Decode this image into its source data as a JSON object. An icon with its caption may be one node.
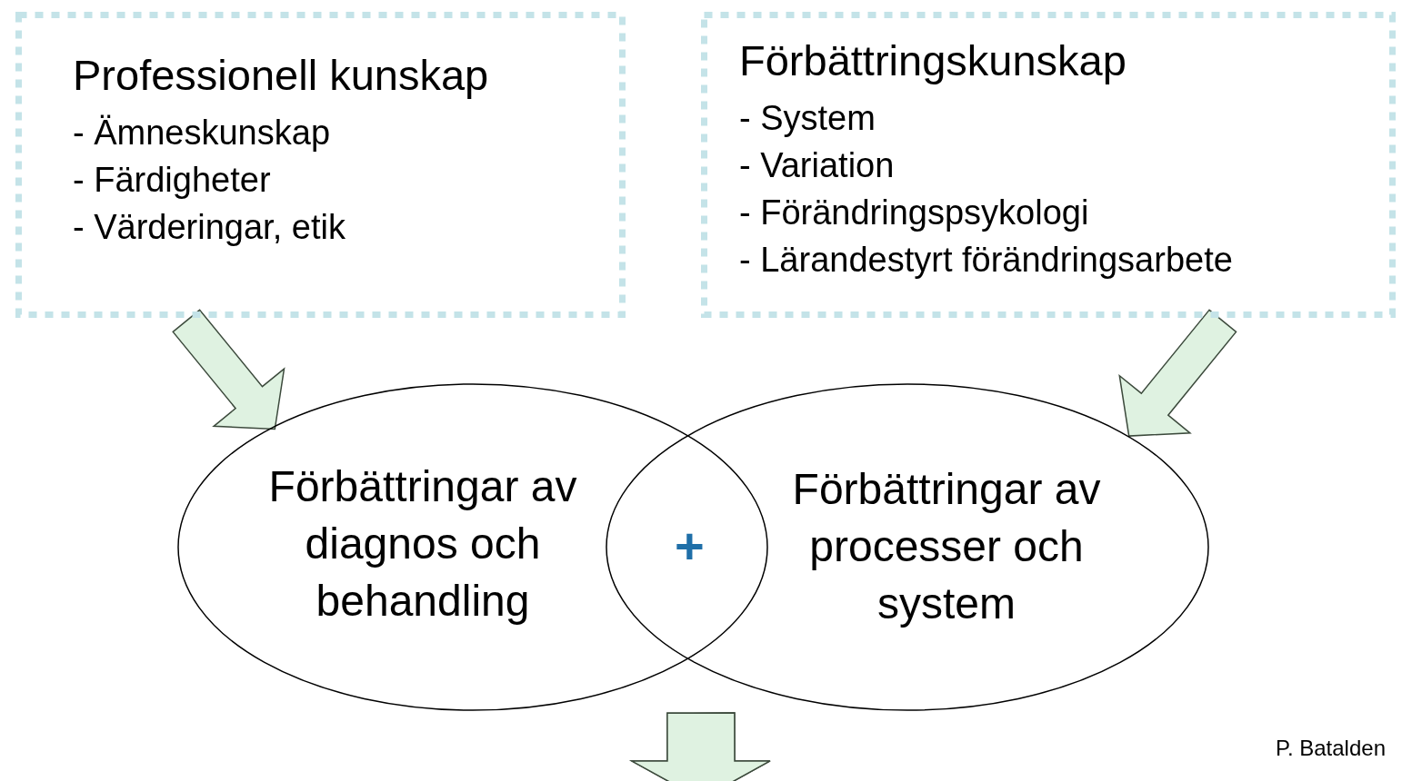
{
  "diagram": {
    "nodes": [
      {
        "text": [
          "Professionell kunskap",
          "- Ämneskunskap",
          "- Färdigheter",
          "- Värderingar, etik"
        ]
      },
      {
        "text": [
          "Förbättringskunskap",
          "- System",
          "- Variation",
          "- Förändringspsykologi",
          "- Lärandestyrt förändringsarbete"
        ]
      },
      {
        "text": [
          "Förbättringar av diagnos och behandling"
        ]
      },
      {
        "text": [
          "Förbättringar av processer och system"
        ]
      }
    ],
    "edges": [
      {
        "from": 0,
        "to": 2,
        "arrow": "to"
      },
      {
        "from": 1,
        "to": 3,
        "arrow": "to"
      },
      {
        "from": 2,
        "to": null,
        "arrow": "to"
      },
      {
        "from": 3,
        "to": null,
        "arrow": "to"
      }
    ],
    "labels": [
      "+",
      "P. Batalden"
    ]
  }
}
